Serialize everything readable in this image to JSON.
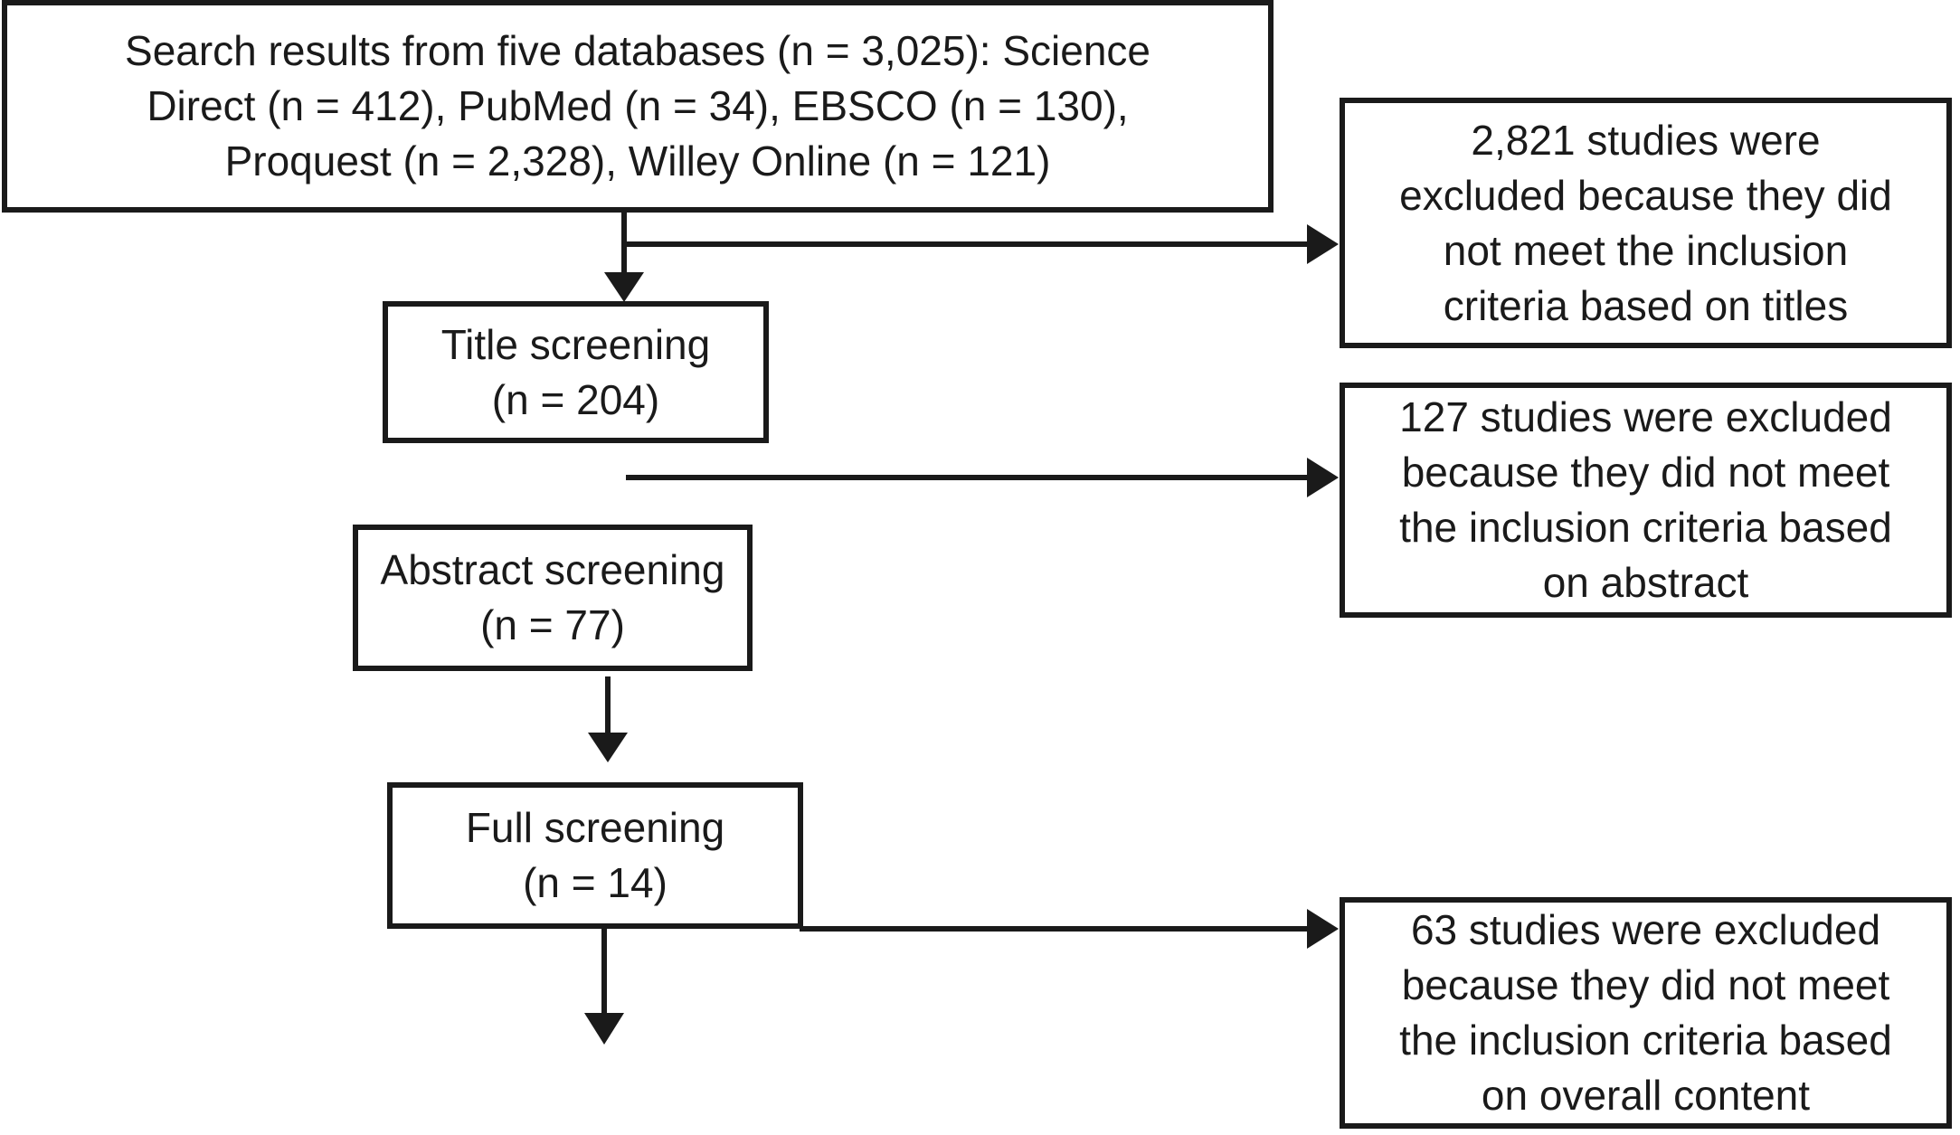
{
  "figure": {
    "kind": "study-selection-flowchart",
    "background_color": "#ffffff",
    "line_color": "#1a1a1a",
    "boxes": {
      "search_results": {
        "lines": [
          "Search results from five databases (n = 3,025): Science",
          "Direct (n = 412), PubMed (n = 34), EBSCO (n = 130),",
          "Proquest (n = 2,328), Willey Online (n = 121)"
        ],
        "n": "3,025"
      },
      "excluded_titles": {
        "lines": [
          "2,821 studies were",
          "excluded because they did",
          "not meet the inclusion",
          "criteria based on titles"
        ],
        "n": "2,821"
      },
      "title_screening": {
        "lines": [
          "Title screening",
          "(n = 204)"
        ],
        "n": "204"
      },
      "excluded_abstract": {
        "lines": [
          "127 studies were excluded",
          "because they did not meet",
          "the inclusion criteria based",
          "on abstract"
        ],
        "n": "127"
      },
      "abstract_screening": {
        "lines": [
          "Abstract screening",
          "(n = 77)"
        ],
        "n": "77"
      },
      "full_screening": {
        "lines": [
          "Full screening",
          "(n = 14)"
        ],
        "n": "14"
      },
      "excluded_content": {
        "lines": [
          "63 studies were excluded",
          "because they did not meet",
          "the inclusion criteria based",
          "on overall content"
        ],
        "n": "63"
      }
    }
  }
}
